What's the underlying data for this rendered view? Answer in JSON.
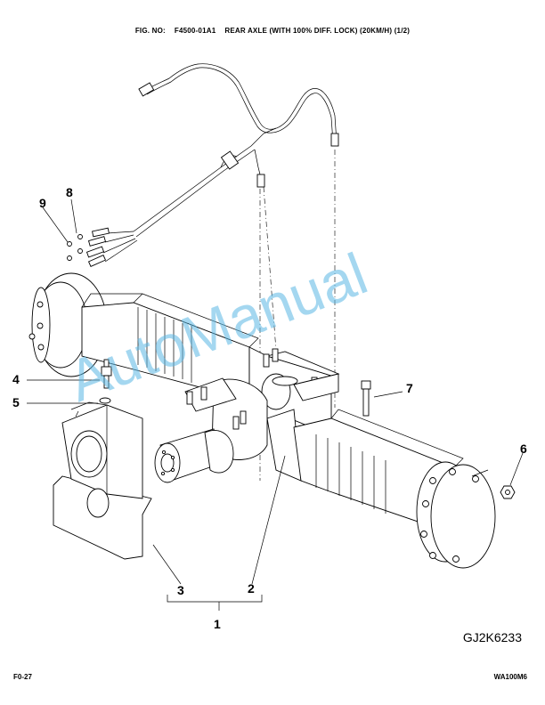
{
  "header": {
    "fig_label": "FIG. NO:",
    "fig_no": "F4500-01A1",
    "title": "REAR AXLE (WITH 100% DIFF. LOCK) (20KM/H) (1/2)"
  },
  "callouts": [
    "1",
    "2",
    "3",
    "4",
    "5",
    "6",
    "7",
    "8",
    "9"
  ],
  "watermark": "AutoManual",
  "ref_code": "GJ2K6233",
  "footer": {
    "page": "F0-27",
    "model": "WA100M6"
  },
  "colors": {
    "watermark": "#5ab8e4",
    "line": "#000000"
  }
}
